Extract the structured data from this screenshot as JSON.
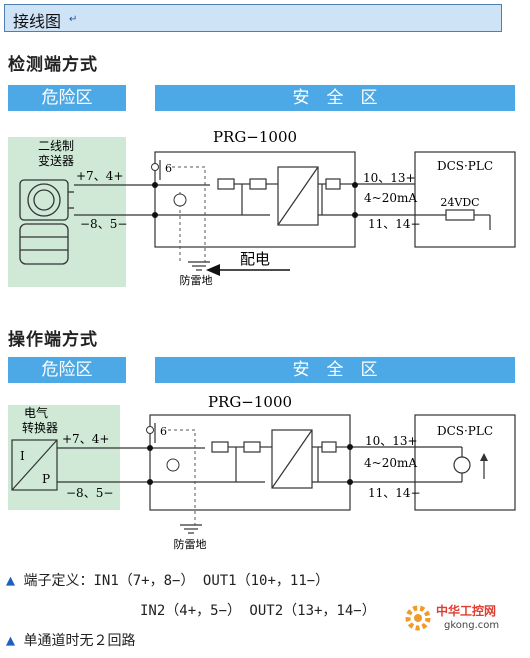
{
  "header": {
    "title": "接线图",
    "return_mark": "↵"
  },
  "section1": {
    "title": "检测端方式",
    "hazard_label": "危险区",
    "safe_label": "安　全　区",
    "device_label_1": "二线制",
    "device_label_2": "变送器",
    "module_name": "PRG−1000",
    "pin_6": "6",
    "in_pos": "+7、4+",
    "in_neg": "−8、5−",
    "out_pos": "10、13+",
    "out_neg": "11、14−",
    "signal": "4~20mA",
    "dcs": "DCS·PLC",
    "supply": "24VDC",
    "power_label": "配电",
    "ground_label": "防雷地"
  },
  "section2": {
    "title": "操作端方式",
    "hazard_label": "危险区",
    "safe_label": "安　全　区",
    "device_label_1": "电气",
    "device_label_2": "转换器",
    "ip_i": "I",
    "ip_p": "P",
    "module_name": "PRG−1000",
    "pin_6": "6",
    "in_pos": "+7、4+",
    "in_neg": "−8、5−",
    "out_pos": "10、13+",
    "out_neg": "11、14−",
    "signal": "4~20mA",
    "dcs": "DCS·PLC",
    "ground_label": "防雷地"
  },
  "footer": {
    "line1": "端子定义：IN1（7+，8−）  OUT1（10+，11−）",
    "line2": "IN2（4+，5−）  OUT2（13+，14−）",
    "line3": "单通道时无２回路",
    "bullet_icon": "triangle-icon"
  },
  "watermark": {
    "cn": "中华工控网",
    "url": "gkong.com"
  },
  "colors": {
    "band": "#4da8e6",
    "device_bg": "#cfe9d6",
    "title_bg": "#cfe3f6"
  }
}
